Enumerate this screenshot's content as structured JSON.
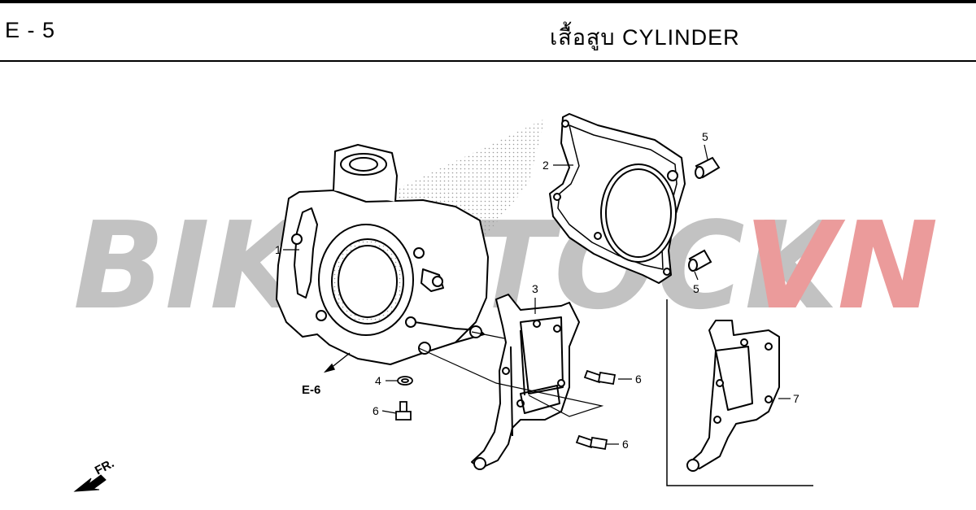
{
  "header": {
    "page_code": "E - 5",
    "title": "เสื้อสูบ  CYLINDER"
  },
  "watermark": {
    "text_main": "BIKESTOCK",
    "text_accent": "VN",
    "color_main": "#b8b8b8",
    "color_accent": "#e88a8a"
  },
  "reference": {
    "label": "E-6"
  },
  "direction": {
    "label": "FR."
  },
  "callouts": {
    "c1": "1",
    "c2": "2",
    "c3": "3",
    "c4": "4",
    "c5a": "5",
    "c5b": "5",
    "c6a": "6",
    "c6b": "6",
    "c6c": "6",
    "c7": "7"
  },
  "icons": [
    "cylinder-part-icon",
    "gasket-icon",
    "dowel-pin-icon",
    "bracket-icon",
    "washer-icon",
    "bolt-icon",
    "arrow-icon"
  ]
}
